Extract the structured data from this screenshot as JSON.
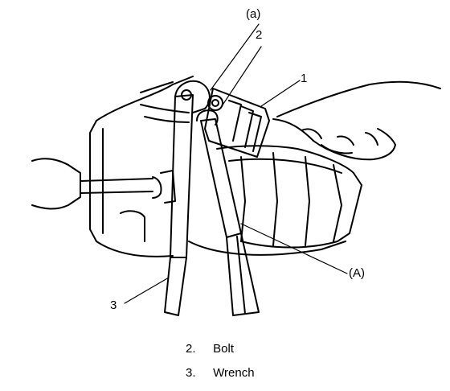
{
  "callouts": {
    "a_small": "(a)",
    "two": "2",
    "one": "1",
    "A_large": "(A)",
    "three": "3"
  },
  "legend": [
    {
      "num": "2.",
      "label": "Bolt"
    },
    {
      "num": "3.",
      "label": "Wrench"
    }
  ]
}
